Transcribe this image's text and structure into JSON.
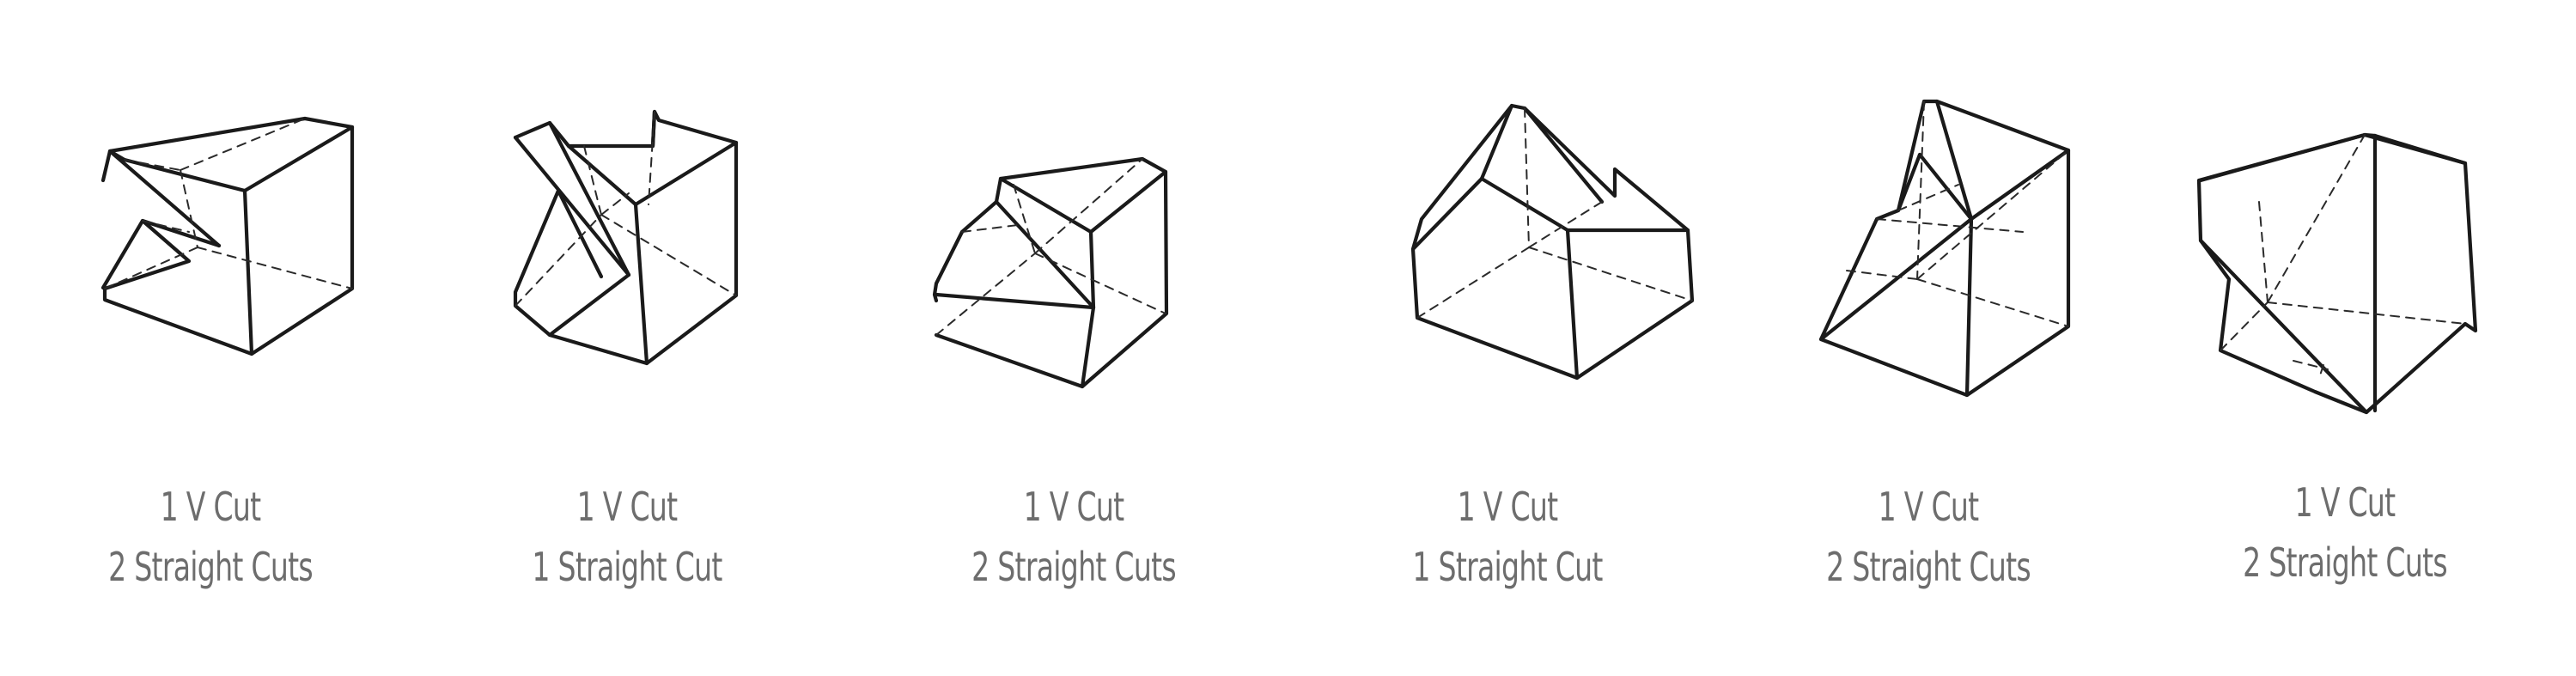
{
  "figures": [
    {
      "v_cuts": "1 V Cut",
      "straight_cuts": "2 Straight Cuts"
    },
    {
      "v_cuts": "1 V Cut",
      "straight_cuts": "1 Straight Cut"
    },
    {
      "v_cuts": "1 V Cut",
      "straight_cuts": "2 Straight Cuts"
    },
    {
      "v_cuts": "1 V Cut",
      "straight_cuts": "1 Straight Cut"
    },
    {
      "v_cuts": "1 V Cut",
      "straight_cuts": "2 Straight Cuts"
    },
    {
      "v_cuts": "1 V Cut",
      "straight_cuts": "2 Straight Cuts"
    }
  ]
}
